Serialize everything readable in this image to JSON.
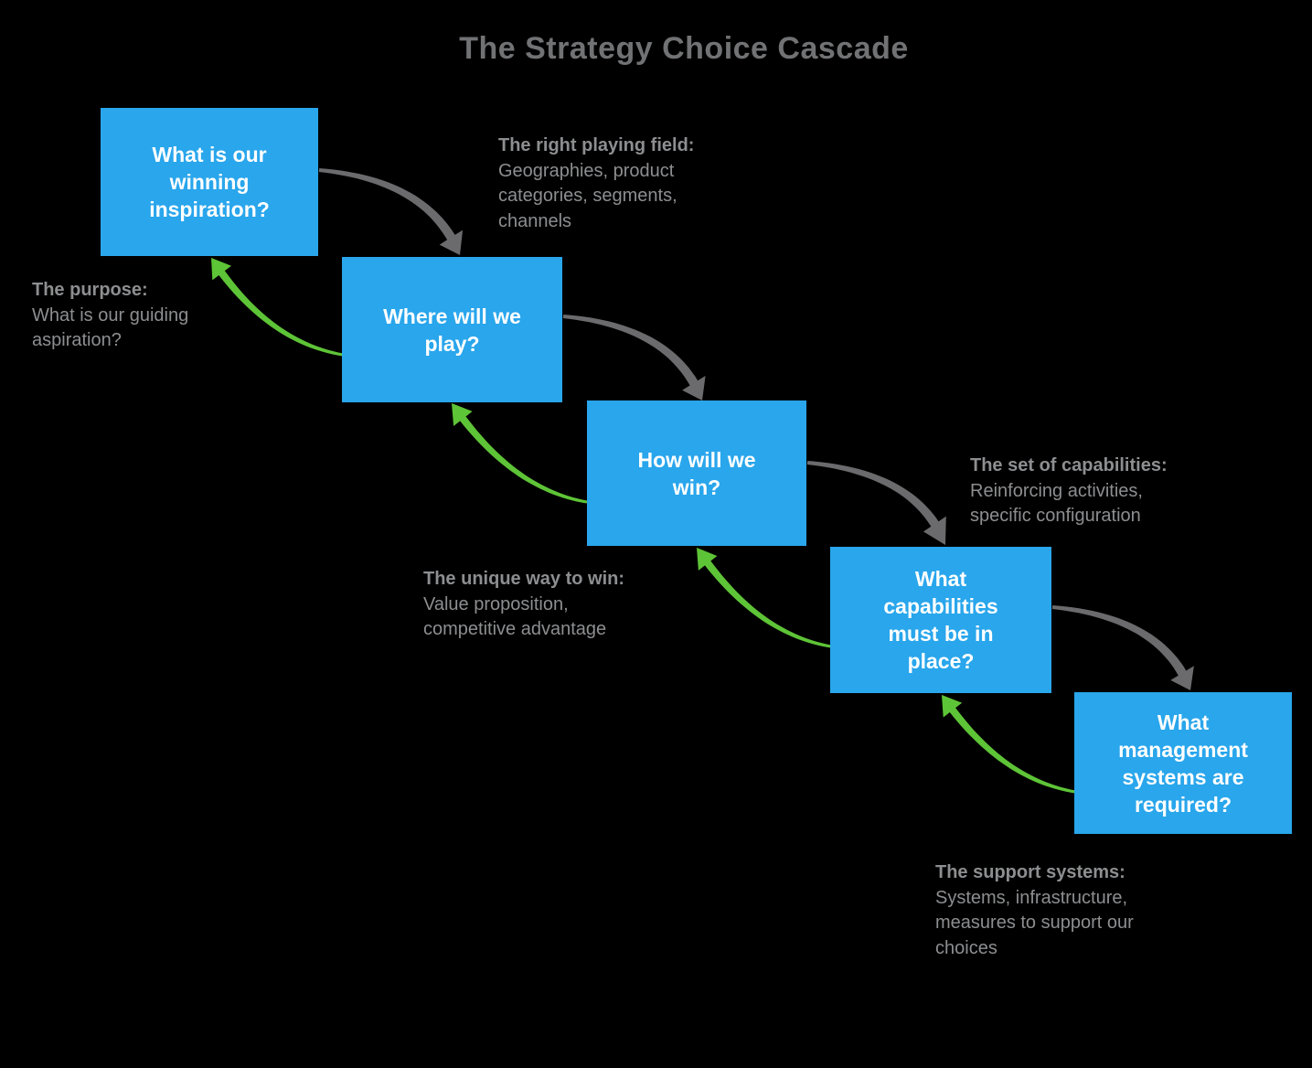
{
  "title": "The Strategy Choice Cascade",
  "colors": {
    "background": "#000000",
    "box_blue": "#29a6ec",
    "arrow_gray": "#6b6b6d",
    "arrow_green": "#5ec437",
    "title_color": "#717274",
    "note_color": "#8d8e90"
  },
  "boxes": [
    {
      "id": "winning-aspiration",
      "text": "What is our\nwinning\ninspiration?"
    },
    {
      "id": "where-to-play",
      "text": "Where will we\nplay?"
    },
    {
      "id": "how-to-win",
      "text": "How will we\nwin?"
    },
    {
      "id": "capabilities",
      "text": "What\ncapabilities\nmust be in\nplace?"
    },
    {
      "id": "management-systems",
      "text": "What\nmanagement\nsystems are\nrequired?"
    }
  ],
  "annotations": [
    {
      "id": "purpose",
      "label": "The purpose:",
      "body": "What is our guiding\naspiration?"
    },
    {
      "id": "playing-field",
      "label": "The right playing field:",
      "body": "Geographies, product\ncategories, segments,\nchannels"
    },
    {
      "id": "way-to-win",
      "label": "The unique way to win:",
      "body": "Value proposition,\ncompetitive advantage"
    },
    {
      "id": "capabilities-set",
      "label": "The set of capabilities:",
      "body": "Reinforcing activities,\nspecific configuration"
    },
    {
      "id": "support-systems",
      "label": "The support systems:",
      "body": "Systems, infrastructure,\nmeasures to support our\nchoices"
    }
  ]
}
